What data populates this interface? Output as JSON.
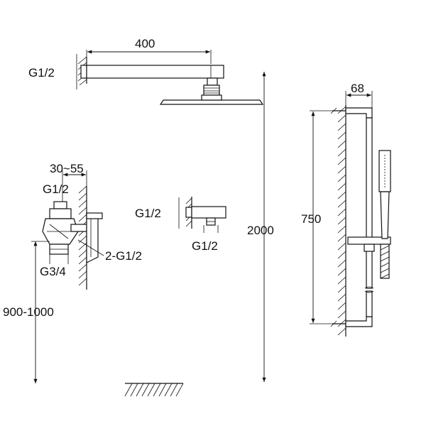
{
  "labels": {
    "arm_length": "400",
    "arm_thread": "G1/2",
    "rail_depth": "68",
    "rail_height": "750",
    "total_height": "2000",
    "outlet_thread_left": "G1/2",
    "outlet_thread_bottom": "G1/2",
    "valve_depth": "30~55",
    "valve_top_thread": "G1/2",
    "valve_outlets": "2-G1/2",
    "valve_inlet": "G3/4",
    "valve_height": "900-1000"
  }
}
